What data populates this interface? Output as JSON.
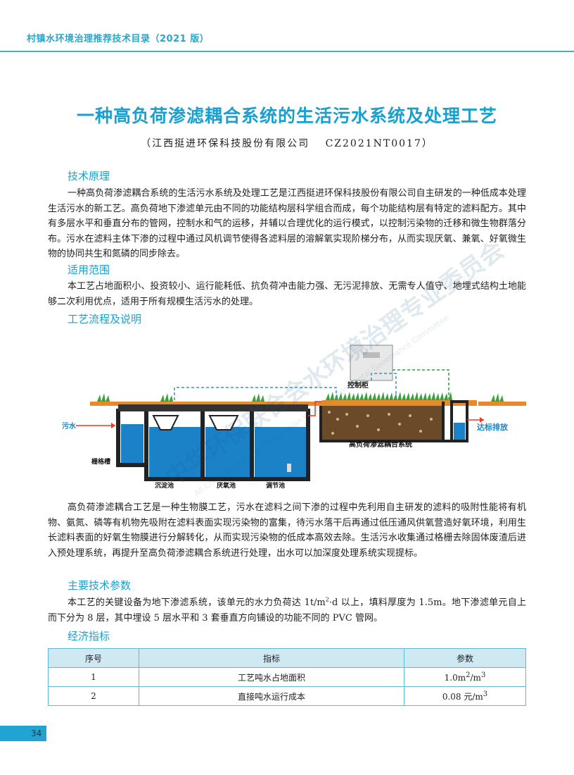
{
  "header": {
    "title": "村镇水环境治理推荐技术目录（2021 版）"
  },
  "document": {
    "title": "一种高负荷渗滤耦合系统的生活污水系统及处理工艺",
    "subtitle": "（江西挺进环保科技股份有限公司　 CZ2021NT0017）"
  },
  "sections": {
    "principle": {
      "heading": "技术原理",
      "text": "一种高负荷渗滤耦合系统的生活污水系统及处理工艺是江西挺进环保科技股份有限公司自主研发的一种低成本处理生活污水的新工艺。高负荷地下渗滤单元由不同的功能结构层科学组合而成，每个功能结构层有特定的滤料配方。其中有多层水平和垂直分布的管网，控制水和气的运移，并辅以合理优化的运行模式，以控制污染物的迁移和微生物群落分布。污水在滤料主体下渗的过程中通过风机调节使得各滤料层的溶解氧实现阶梯分布，从而实现厌氧、兼氧、好氧微生物的协同共生和氮磷的同步除去。"
    },
    "scope": {
      "heading": "适用范围",
      "text": "本工艺占地面积小、投资较小、运行能耗低、抗负荷冲击能力强、无污泥排放、无需专人值守、地埋式结构土地能够二次利用优点，适用于所有规模生活污水的处理。"
    },
    "process": {
      "heading": "工艺流程及说明",
      "text": "高负荷渗滤耦合工艺是一种生物膜工艺，污水在滤料之间下渗的过程中先利用自主研发的滤料的吸附性能将有机物、氨氮、磷等有机物先吸附在滤料表面实现污染物的富集，待污水落干后再通过低压通风供氧营造好氧环境，利用生长滤料表面的好氧生物膜进行分解转化，从而实现污染物的低成本高效去除。生活污水收集通过格栅去除固体废渣后进入预处理系统，再提升至高负荷渗滤耦合系统进行处理，出水可以加深度处理系统实现提标。"
    },
    "params": {
      "heading": "主要技术参数",
      "text_a": "本工艺的关键设备为地下渗滤系统，该单元的水力负荷达 1t/m",
      "text_sup": "2",
      "text_b": "·d 以上，填料厚度为 1.5m。地下渗滤单元自上而下分为 8 层，其中埋设 5 层水平和 3 套垂直方向铺设的功能不同的 PVC 管网。"
    },
    "economics": {
      "heading": "经济指标"
    }
  },
  "diagram": {
    "labels": {
      "control_cabinet": "控制柜",
      "sewage_in": "污水",
      "discharge": "达标排放",
      "system": "高负荷渗滤耦合系统",
      "grille": "栅格槽",
      "sedimentation": "沉淀池",
      "anaerobic": "厌氧池",
      "regulating": "调节池"
    },
    "colors": {
      "water": "#1b82c8",
      "accent": "#e93a2a",
      "pipe": "#3a8fc8",
      "grass": "#3aa23a",
      "soil": "#e88a2a"
    }
  },
  "table": {
    "headers": [
      "序号",
      "指标",
      "参数"
    ],
    "rows": [
      {
        "no": "1",
        "item": "工艺吨水占地面积",
        "value_a": "1.0m",
        "value_sup": "2",
        "value_b": "/m",
        "value_sup2": "3"
      },
      {
        "no": "2",
        "item": "直接吨水运行成本",
        "value_a": "0.08 元/m",
        "value_sup": "3",
        "value_b": "",
        "value_sup2": ""
      }
    ]
  },
  "watermark": {
    "text_cn": "中华环保联合会水环境治理专业委员会",
    "text_en": "All-China Environment Federation Water Environmental Governance Committee"
  },
  "footer": {
    "page_number": "34"
  }
}
